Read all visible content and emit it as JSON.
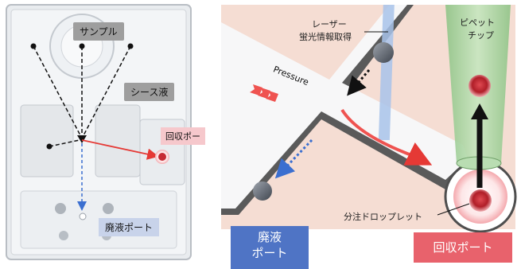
{
  "left_panel": {
    "sample_label": "サンプル",
    "sheath_label": "シース液",
    "recovery_port_label": "回収ポー",
    "waste_port_label": "廃液ポート"
  },
  "right_panel": {
    "laser_label_line1": "レーザー",
    "laser_label_line2": "蛍光情報取得",
    "pressure_label": "Pressure",
    "pipette_label_line1": "ピペット",
    "pipette_label_line2": "チップ",
    "droplet_label": "分注ドロップレット",
    "waste_port_line1": "廃液",
    "waste_port_line2": "ポート",
    "recovery_port_label": "回収ポート"
  },
  "colors": {
    "recovery_red": "#e8626c",
    "waste_blue": "#4f74c5",
    "droplet_red": "#c62a33",
    "pipette_green": "#a8d2a0",
    "channel_wall": "#555555",
    "background_pink": "#f5ddd3"
  }
}
